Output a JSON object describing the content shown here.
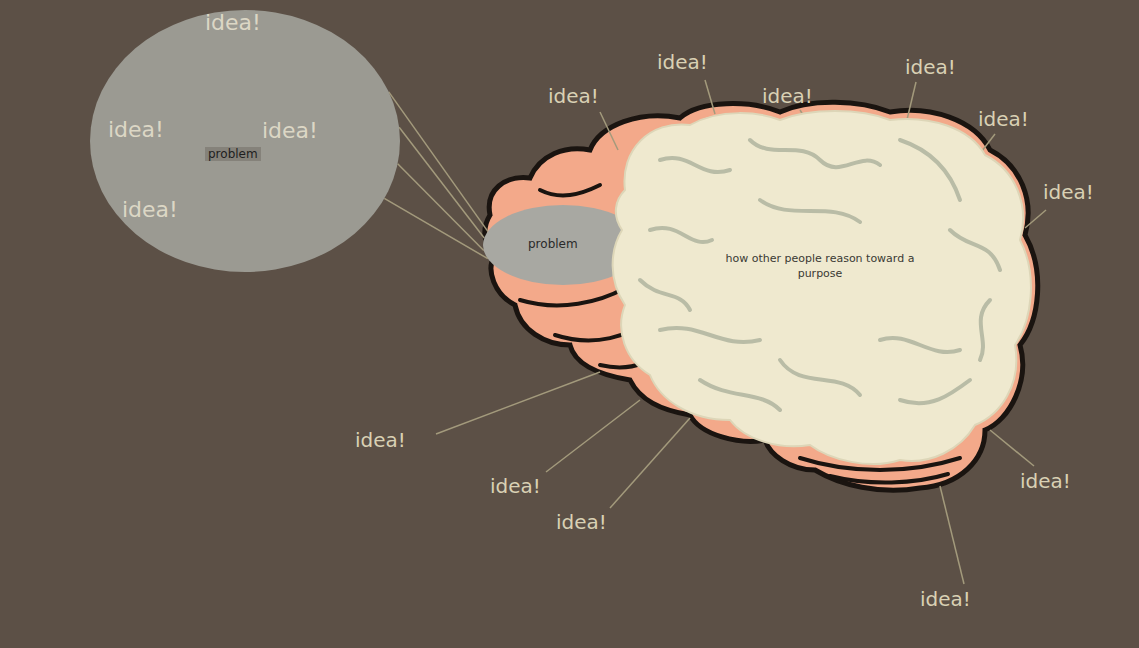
{
  "diagram": {
    "nodes": [
      {
        "text": [
          "idea!",
          "idea!",
          "idea!",
          "problem",
          "idea!"
        ]
      },
      {
        "text": [
          "problem"
        ]
      },
      {
        "text": [
          "how other people reason toward a purpose"
        ]
      }
    ],
    "edges": [
      {
        "from": 0,
        "to": 1,
        "arrow": "none"
      },
      {
        "from": 0,
        "to": 1,
        "arrow": "none"
      },
      {
        "from": 0,
        "to": 1,
        "arrow": "none"
      },
      {
        "from": 0,
        "to": 1,
        "arrow": "none"
      }
    ],
    "labels": [
      "idea!",
      "idea!",
      "idea!",
      "idea!",
      "idea!",
      "idea!",
      "idea!",
      "idea!",
      "idea!",
      "idea!",
      "idea!"
    ]
  }
}
